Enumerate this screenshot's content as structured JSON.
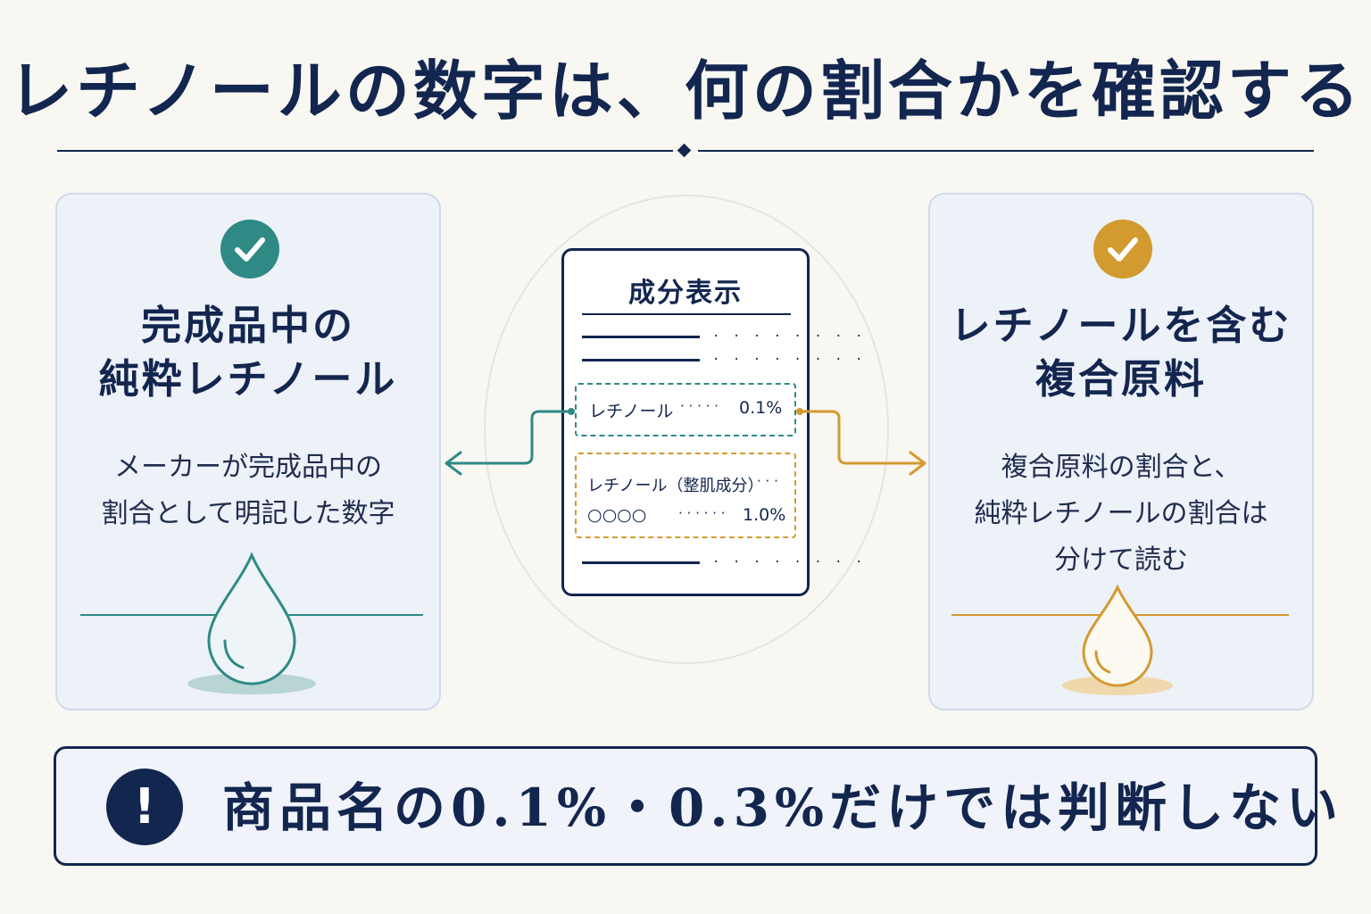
{
  "title": "レチノールの数字は、何の割合かを確認する",
  "left_panel": {
    "heading_line1": "完成品中の",
    "heading_line2": "純粋レチノール",
    "body_line1": "メーカーが完成品中の",
    "body_line2": "割合として明記した数字",
    "accent_color": "#2f8a85",
    "icon": "check-icon",
    "illustration": "water-drop-icon"
  },
  "right_panel": {
    "heading_line1": "レチノールを含む",
    "heading_line2": "複合原料",
    "body_line1": "複合原料の割合と、",
    "body_line2": "純粋レチノールの割合は",
    "body_line3": "分けて読む",
    "accent_color": "#d39a2f",
    "icon": "check-icon",
    "illustration": "water-drop-icon"
  },
  "ingredient_label": {
    "title": "成分表示",
    "row1_name": "レチノール",
    "row1_dots": "· · · · ·",
    "row1_value": "0.1%",
    "row2_name": "レチノール（整肌成分）",
    "row2_trailing": "· · ·",
    "row3_name": "○○○○",
    "row3_dots": "· · · · · ·",
    "row3_value": "1.0%",
    "placeholder_dots": "· · · · · · · ·"
  },
  "bottom_note": {
    "icon": "exclamation-icon",
    "text": "商品名の0.1%・0.3%だけでは判断しない"
  }
}
